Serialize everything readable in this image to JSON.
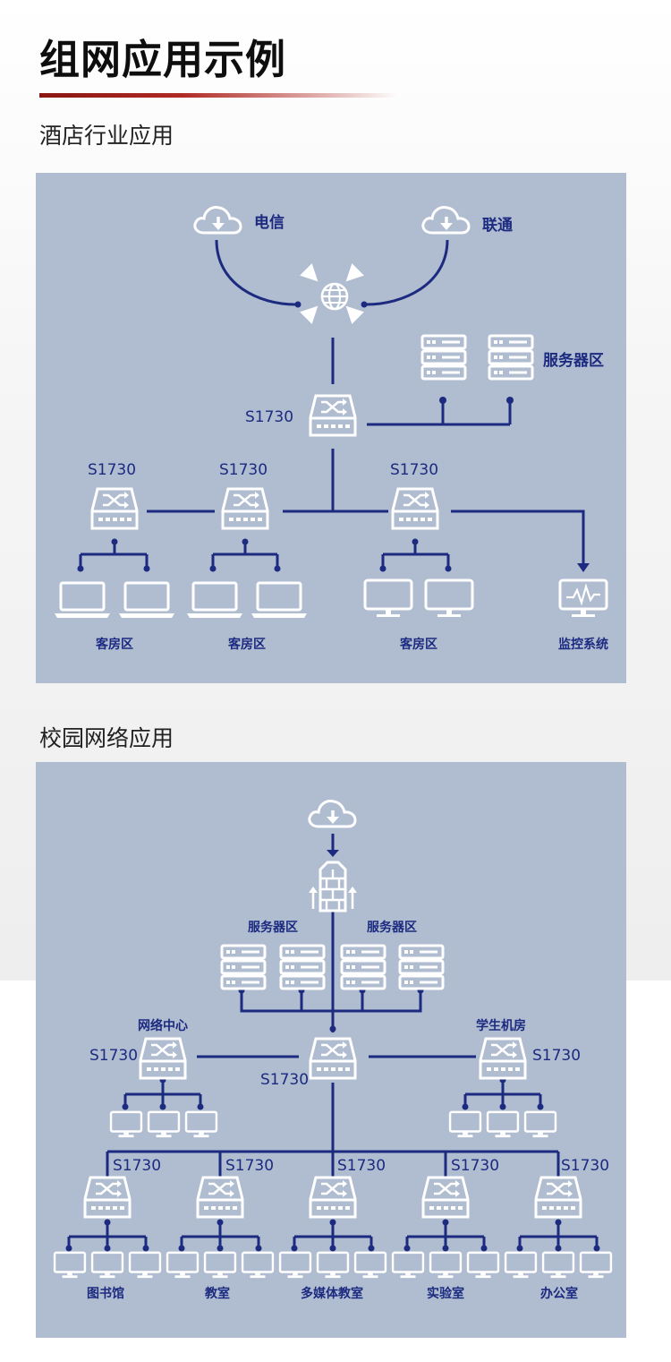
{
  "header": {
    "title": "组网应用示例"
  },
  "hotel": {
    "title": "酒店行业应用",
    "isp_telecom": "电信",
    "isp_unicom": "联通",
    "server_zone": "服务器区",
    "core_switch": "S1730",
    "switch_left": "S1730",
    "switch_mid": "S1730",
    "switch_right": "S1730",
    "room_1": "客房区",
    "room_2": "客房区",
    "room_3": "客房区",
    "monitor": "监控系统"
  },
  "campus": {
    "title": "校园网络应用",
    "server_zone_left": "服务器区",
    "server_zone_right": "服务器区",
    "network_center": "网络中心",
    "student_lab": "学生机房",
    "switch_center": "S1730",
    "switch_core": "S1730",
    "switch_lab": "S1730",
    "branches": [
      {
        "switch": "S1730",
        "label": "图书馆"
      },
      {
        "switch": "S1730",
        "label": "教室"
      },
      {
        "switch": "S1730",
        "label": "多媒体教室"
      },
      {
        "switch": "S1730",
        "label": "实验室"
      },
      {
        "switch": "S1730",
        "label": "办公室"
      }
    ]
  },
  "colors": {
    "panel": "#b0bcd0",
    "line": "#1c2a80",
    "icon": "#ffffff",
    "accent": "#b02a24"
  }
}
